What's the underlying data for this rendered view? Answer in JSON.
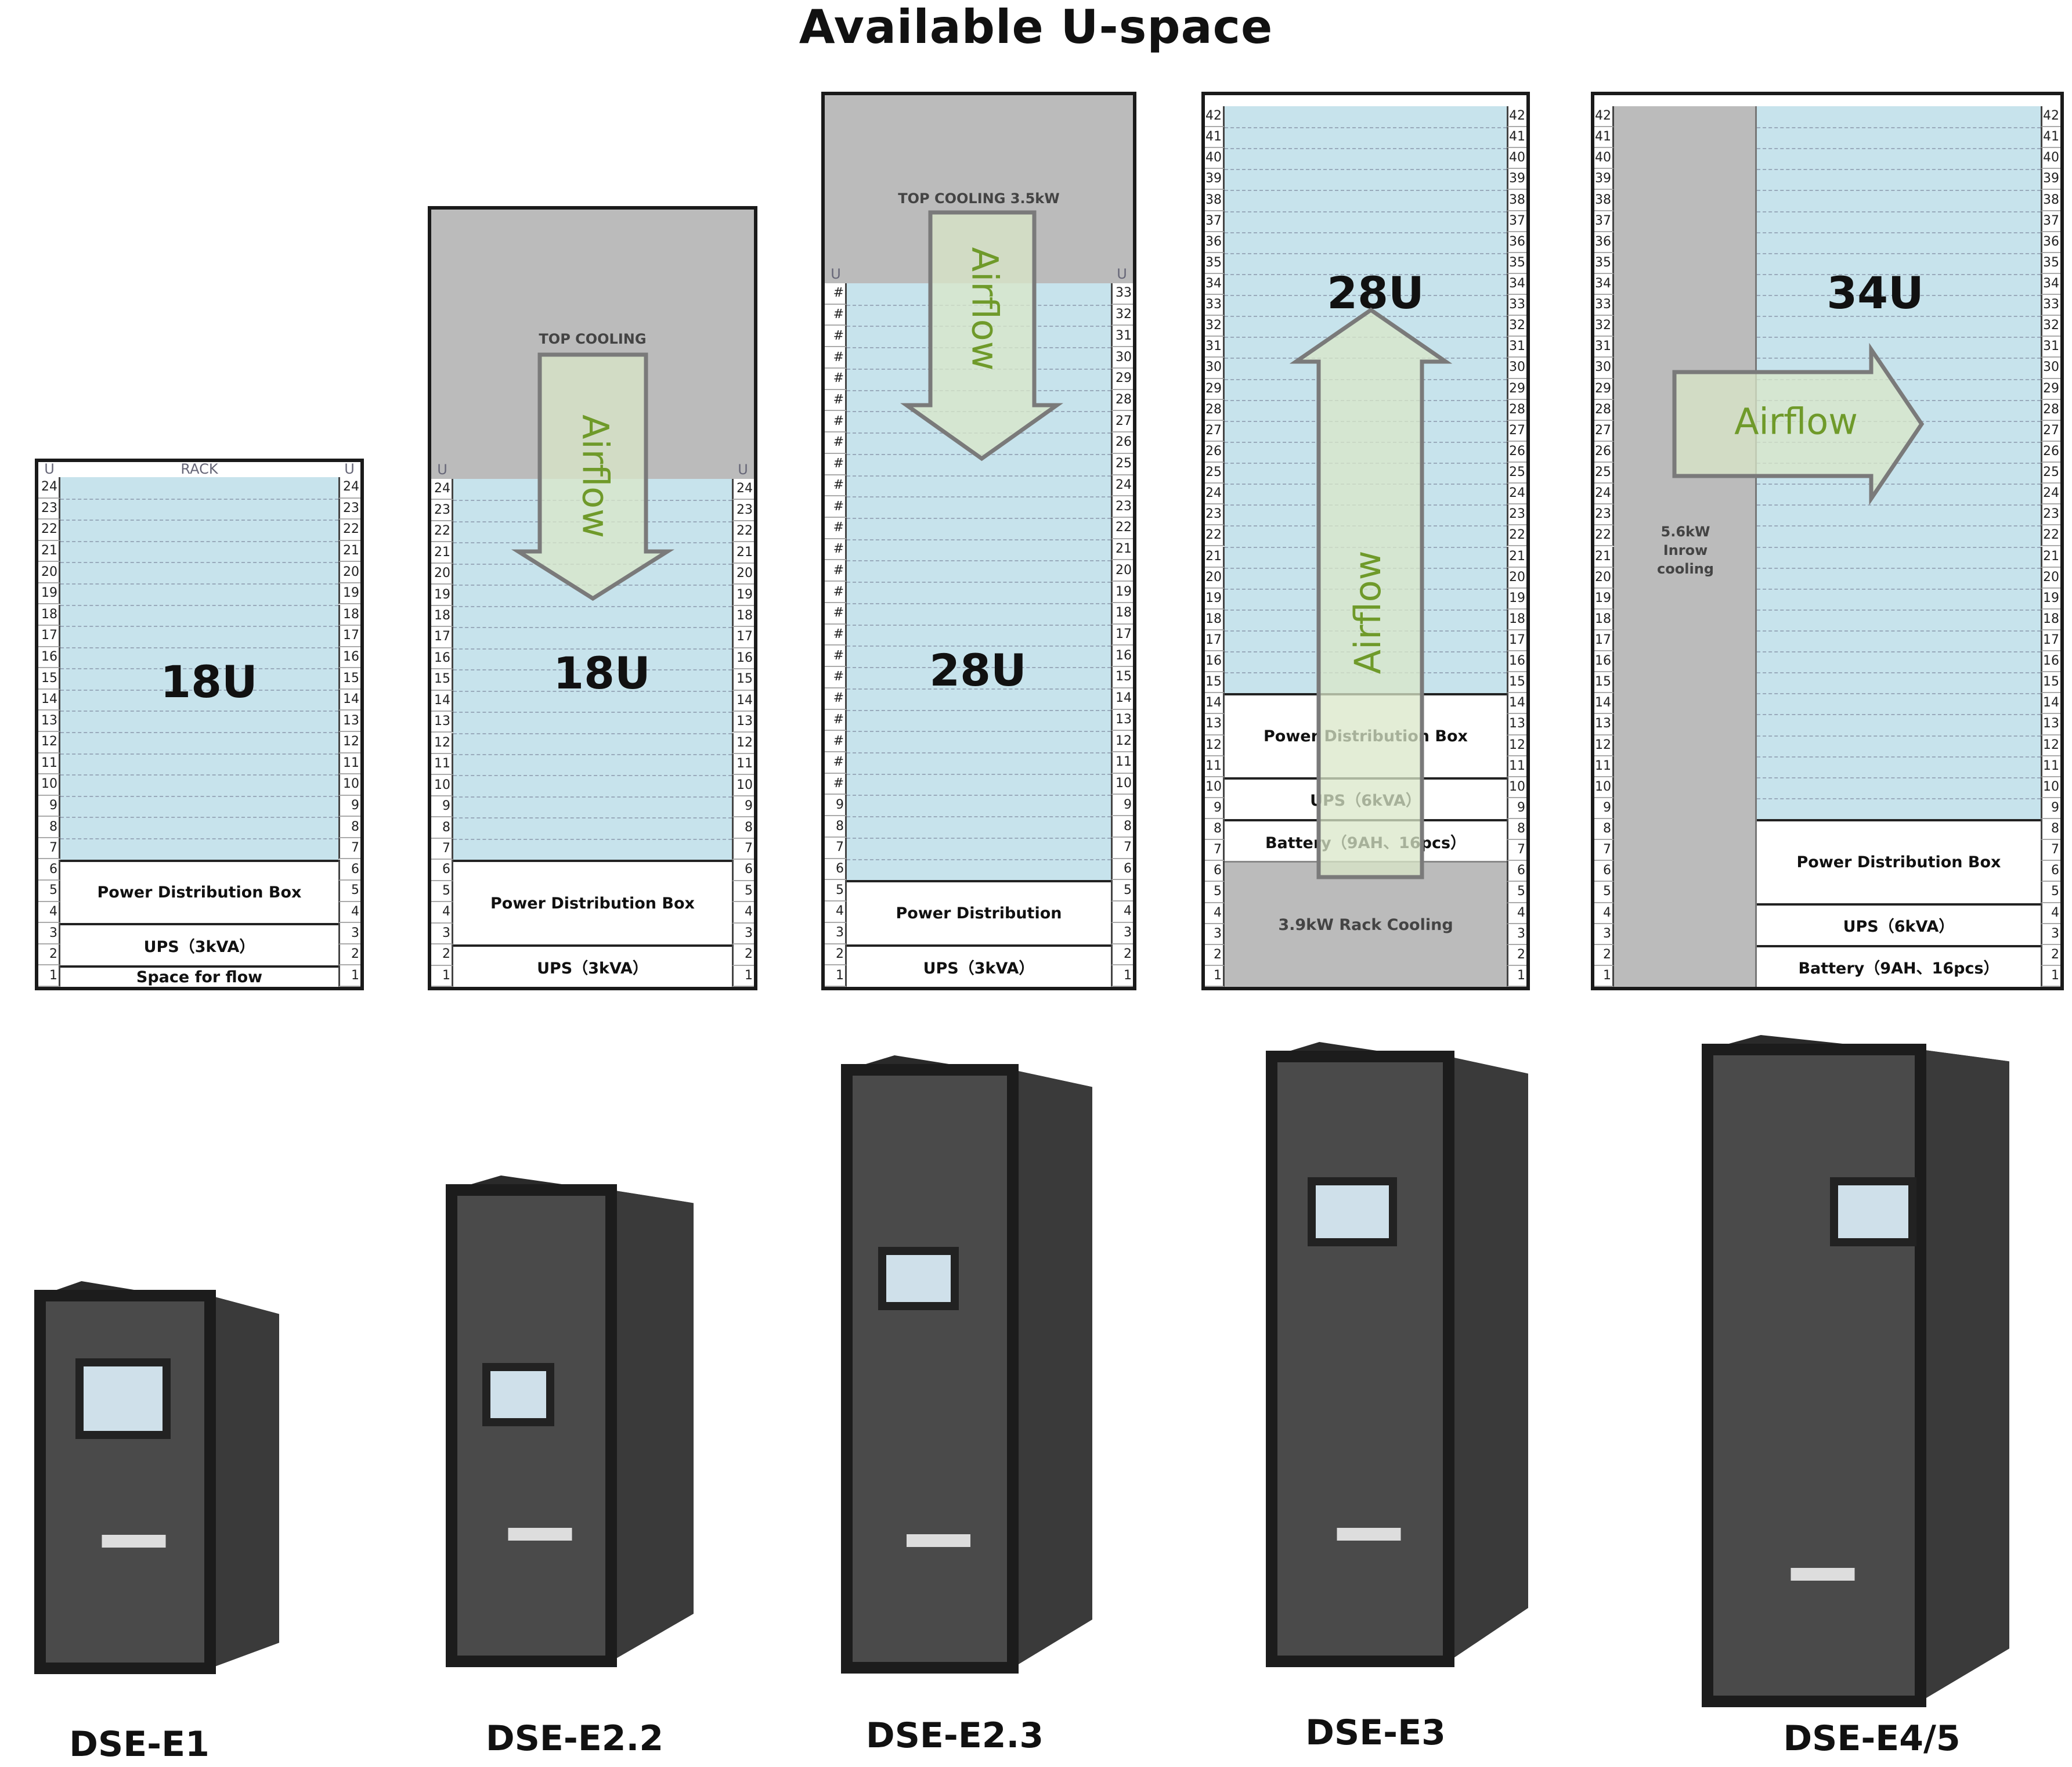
{
  "title": "Available U-space",
  "unit_header": "U",
  "colors": {
    "free_space": "#c7e3ec",
    "cooling": "#bbbbbb",
    "airflow_text": "#6f9a2a",
    "airflow_fill": "#d9e7c8"
  },
  "racks": [
    {
      "model": "DSE-E1",
      "total_units": 24,
      "header_label": "RACK",
      "capacity": "18U",
      "blocks": [
        {
          "label": "",
          "from": 7,
          "to": 24,
          "kind": "free"
        },
        {
          "label": "Power Distribution Box",
          "from": 4,
          "to": 6,
          "kind": "equip"
        },
        {
          "label": "UPS（3kVA）",
          "from": 2,
          "to": 3,
          "kind": "equip"
        },
        {
          "label": "Space for flow",
          "from": 1,
          "to": 1,
          "kind": "equip"
        }
      ]
    },
    {
      "model": "DSE-E2.2",
      "total_units": 24,
      "top_cooling": "TOP COOLING",
      "capacity": "18U",
      "airflow": {
        "label": "Airflow",
        "direction": "down"
      },
      "blocks": [
        {
          "label": "",
          "from": 7,
          "to": 24,
          "kind": "free"
        },
        {
          "label": "Power Distribution Box",
          "from": 3,
          "to": 6,
          "kind": "equip"
        },
        {
          "label": "UPS（3kVA）",
          "from": 1,
          "to": 2,
          "kind": "equip"
        }
      ]
    },
    {
      "model": "DSE-E2.3",
      "total_units": 33,
      "hash_above": 9,
      "top_cooling": "TOP COOLING 3.5kW",
      "capacity": "28U",
      "airflow": {
        "label": "Airflow",
        "direction": "down"
      },
      "blocks": [
        {
          "label": "",
          "from": 6,
          "to": 33,
          "kind": "free"
        },
        {
          "label": "Power Distribution",
          "from": 3,
          "to": 5,
          "kind": "equip"
        },
        {
          "label": "UPS（3kVA）",
          "from": 1,
          "to": 2,
          "kind": "equip"
        }
      ]
    },
    {
      "model": "DSE-E3",
      "total_units": 42,
      "capacity": "28U",
      "airflow": {
        "label": "Airflow",
        "direction": "up"
      },
      "blocks": [
        {
          "label": "",
          "from": 15,
          "to": 42,
          "kind": "free"
        },
        {
          "label": "Power Distribution Box",
          "from": 11,
          "to": 14,
          "kind": "equip"
        },
        {
          "label": "UPS（6kVA）",
          "from": 9,
          "to": 10,
          "kind": "equip"
        },
        {
          "label": "Battery（9AH、16pcs）",
          "from": 7,
          "to": 8,
          "kind": "equip"
        },
        {
          "label": "3.9kW Rack Cooling",
          "from": 1,
          "to": 6,
          "kind": "cooling"
        }
      ]
    },
    {
      "model": "DSE-E4/5",
      "total_units": 42,
      "capacity": "34U",
      "side_cooling": "5.6kW\nInrow\ncooling",
      "airflow": {
        "label": "Airflow",
        "direction": "right"
      },
      "blocks": [
        {
          "label": "",
          "from": 9,
          "to": 42,
          "kind": "free"
        },
        {
          "label": "Power Distribution Box",
          "from": 5,
          "to": 8,
          "kind": "equip"
        },
        {
          "label": "UPS（6kVA）",
          "from": 3,
          "to": 4,
          "kind": "equip"
        },
        {
          "label": "Battery（9AH、16pcs）",
          "from": 1,
          "to": 2,
          "kind": "equip"
        }
      ]
    }
  ]
}
